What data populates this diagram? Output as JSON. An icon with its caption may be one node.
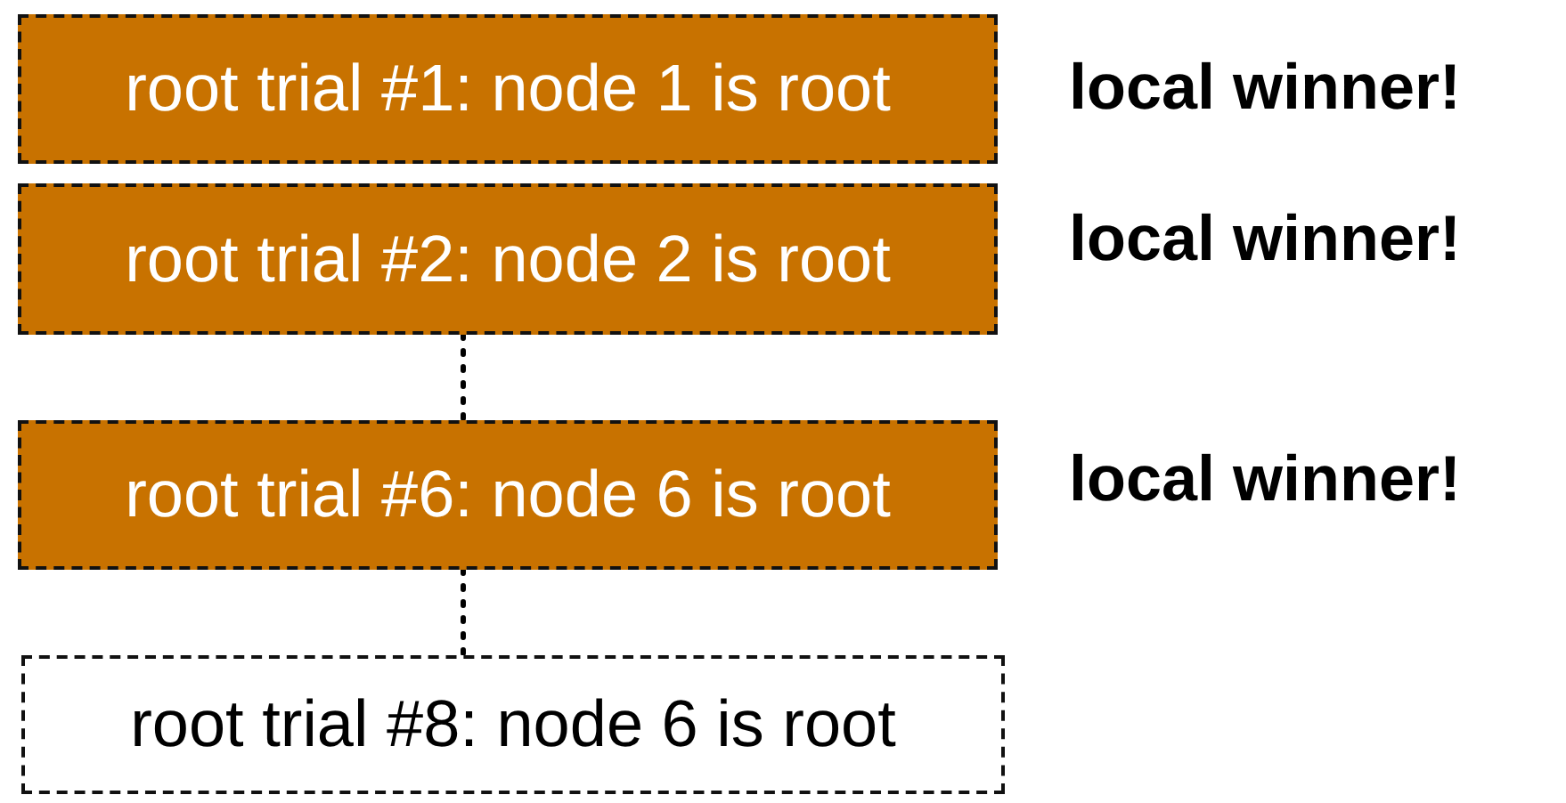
{
  "diagram": {
    "nodes": [
      {
        "text": [
          "root trial #1: node 1 is root"
        ],
        "beside": [
          "local winner!"
        ]
      },
      {
        "text": [
          "root trial #2: node 2 is root"
        ],
        "beside": [
          "local winner!"
        ]
      },
      {
        "text": [
          "root trial #6: node 6 is root"
        ],
        "beside": [
          "local winner!"
        ]
      },
      {
        "text": [
          "root trial #8: node 6 is root"
        ]
      }
    ],
    "edges": [
      {
        "from": 1,
        "to": 2,
        "arrow": "none",
        "style": "dashed"
      },
      {
        "from": 2,
        "to": 3,
        "arrow": "none",
        "style": "dashed"
      }
    ]
  }
}
